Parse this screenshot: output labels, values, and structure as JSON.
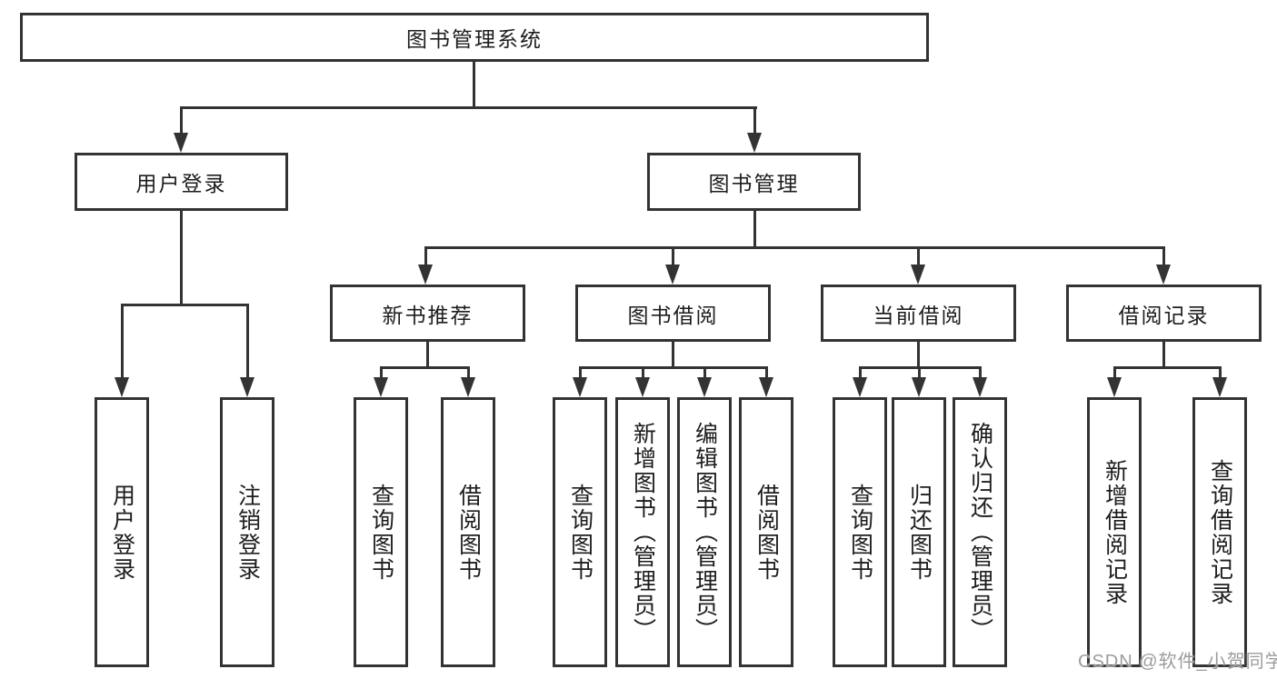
{
  "root": {
    "label": "图书管理系统"
  },
  "level2": [
    {
      "label": "用户登录"
    },
    {
      "label": "图书管理"
    }
  ],
  "level3": [
    {
      "label": "新书推荐"
    },
    {
      "label": "图书借阅"
    },
    {
      "label": "当前借阅"
    },
    {
      "label": "借阅记录"
    }
  ],
  "leaf_groups": [
    {
      "leaves": [
        "用户登录",
        "注销登录"
      ]
    },
    {
      "leaves": [
        "查询图书",
        "借阅图书"
      ]
    },
    {
      "leaves": [
        "查询图书",
        "新增图书（管理员）",
        "编辑图书（管理员）",
        "借阅图书"
      ]
    },
    {
      "leaves": [
        "查询图书",
        "归还图书",
        "确认归还（管理员）"
      ]
    },
    {
      "leaves": [
        "新增借阅记录",
        "查询借阅记录"
      ]
    }
  ],
  "watermark": "CSDN @软件_小贺同学",
  "colors": {
    "line": "#333333",
    "text": "#1d1d1d",
    "box_bg": "#ffffff",
    "page_bg": "#ffffff",
    "watermark": "#9c9c9c"
  }
}
